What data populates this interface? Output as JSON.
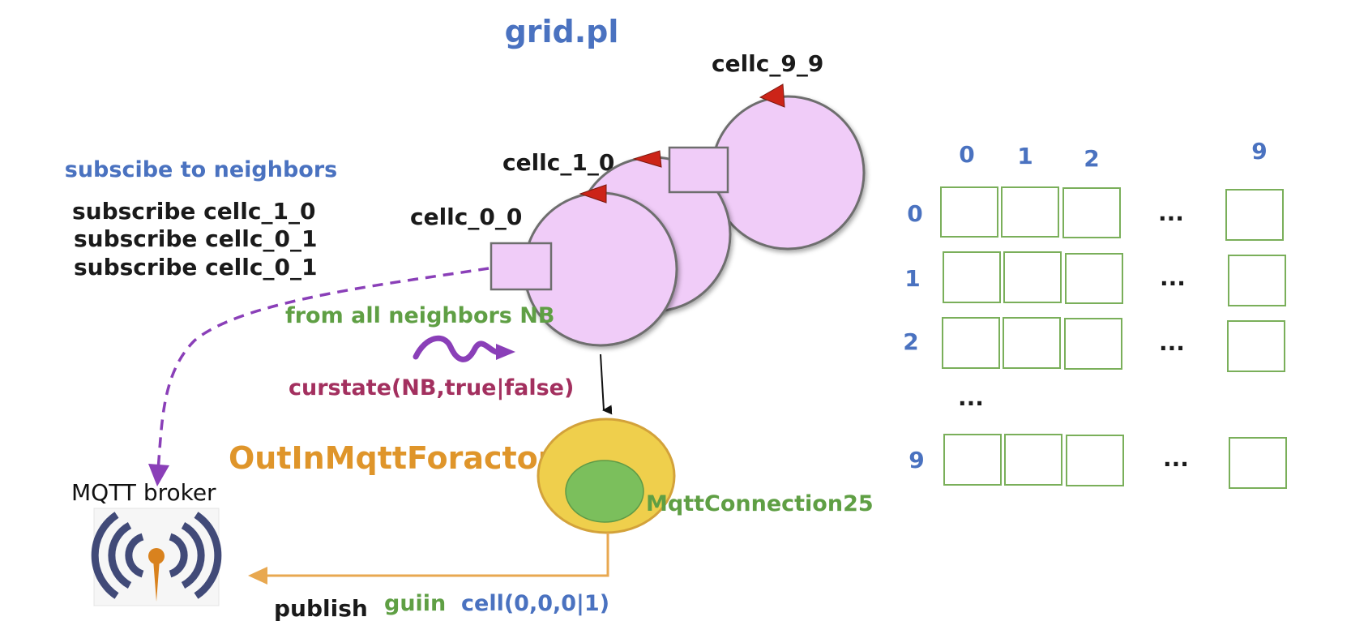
{
  "title": "grid.pl",
  "cells": {
    "c00": "cellc_0_0",
    "c10": "cellc_1_0",
    "c99": "cellc_9_9"
  },
  "subscribe": {
    "heading": "subscibe to neighbors",
    "lines": [
      "subscribe cellc_1_0",
      "subscribe cellc_0_1",
      "subscribe cellc_0_1"
    ]
  },
  "from_neighbors": "from all neighbors NB",
  "curstate": "curstate(NB,true|false)",
  "actor": "OutInMqttForactor",
  "connection": "MqttConnection25",
  "broker": "MQTT broker",
  "publish": {
    "label": "publish",
    "event": "guiin",
    "payload": "cell(0,0,0|1)"
  },
  "grid": {
    "col_headers": [
      "0",
      "1",
      "2",
      "9"
    ],
    "row_headers": [
      "0",
      "1",
      "2",
      "9"
    ],
    "ellipsis": "..."
  },
  "colors": {
    "cell_fill": "#f0ccf8",
    "pointer": "#cc2418",
    "actor_fill": "#efcf4c",
    "conn_fill": "#7bbf5c",
    "grid_stroke": "#7aaf5a",
    "dashed_arrow": "#8a3fb8",
    "publish_arrow": "#e8a850",
    "blue_text": "#4a72c0",
    "green_text": "#5f9f44",
    "magenta_text": "#a3305f",
    "orange_text": "#df952a",
    "broker_icon": "#414a78",
    "broker_pin": "#d9821e"
  },
  "icons": [
    "mqtt-broadcast-icon",
    "pointer-triangle-icon",
    "squiggle-arrow-icon"
  ]
}
